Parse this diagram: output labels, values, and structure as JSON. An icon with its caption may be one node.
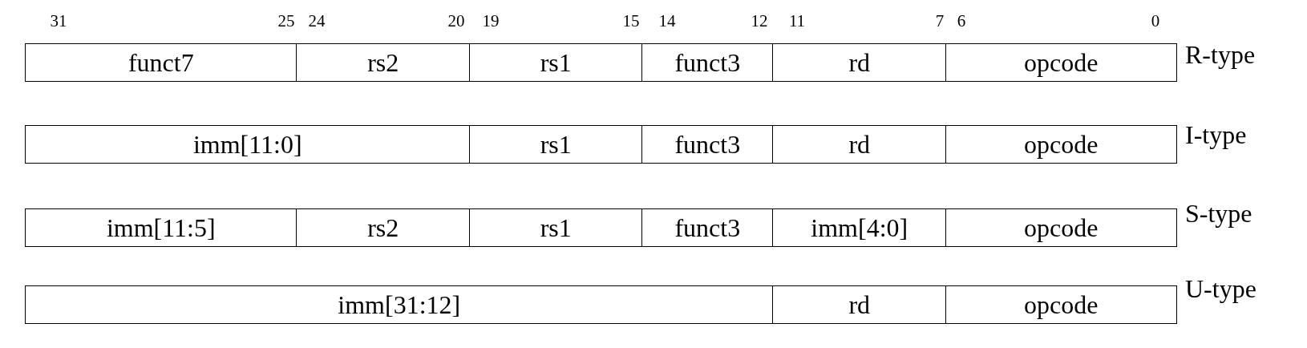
{
  "diagram": {
    "labels": [
      "31",
      "25",
      "24",
      "20",
      "19",
      "15",
      "14",
      "12",
      "11",
      "7",
      "6",
      "0",
      "funct7",
      "rs2",
      "rs1",
      "funct3",
      "rd",
      "opcode",
      "R-type",
      "imm[11:0]",
      "rs1",
      "funct3",
      "rd",
      "opcode",
      "I-type",
      "imm[11:5]",
      "rs2",
      "rs1",
      "funct3",
      "imm[4:0]",
      "opcode",
      "S-type",
      "imm[31:12]",
      "rd",
      "opcode",
      "U-type"
    ]
  }
}
